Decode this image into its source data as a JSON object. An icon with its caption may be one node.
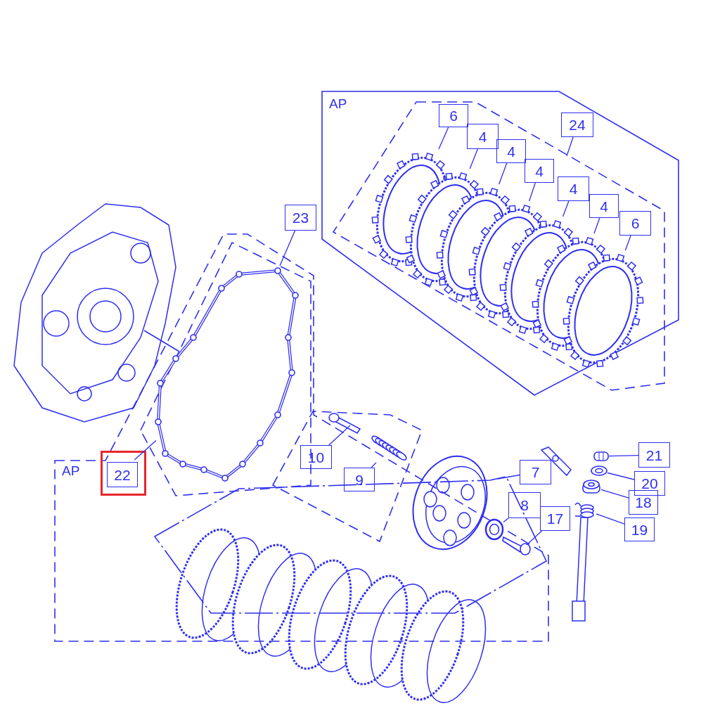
{
  "diagram": {
    "nodes": [
      {
        "text": [
          "AP"
        ]
      },
      {
        "text": [],
        "shape": "box",
        "in": 0
      },
      {
        "text": [
          "24"
        ],
        "in": 0
      },
      {
        "text": [
          "6"
        ],
        "in": 1
      },
      {
        "text": [
          "4"
        ],
        "in": 1
      },
      {
        "text": [
          "4"
        ],
        "in": 1
      },
      {
        "text": [
          "4"
        ],
        "in": 1
      },
      {
        "text": [
          "4"
        ],
        "in": 1
      },
      {
        "text": [
          "4"
        ],
        "in": 1
      },
      {
        "text": [
          "6"
        ],
        "in": 1
      },
      {
        "text": [],
        "shape": "picture",
        "in": 1
      },
      {
        "text": [],
        "shape": "picture",
        "in": 1
      },
      {
        "text": [],
        "shape": "picture",
        "in": 1
      },
      {
        "text": [],
        "shape": "picture",
        "in": 1
      },
      {
        "text": [],
        "shape": "picture",
        "in": 1
      },
      {
        "text": [],
        "shape": "picture",
        "in": 1
      },
      {
        "text": [],
        "shape": "picture",
        "in": 1
      },
      {
        "text": [
          "AP"
        ]
      },
      {
        "text": [],
        "shape": "box",
        "in": 17
      },
      {
        "text": [
          "22"
        ],
        "in": 18
      },
      {
        "text": [],
        "shape": "box",
        "in": 17
      },
      {
        "text": [
          "23"
        ]
      },
      {
        "text": [],
        "shape": "picture",
        "in": 20
      },
      {
        "text": [
          "10"
        ],
        "in": 17
      },
      {
        "text": [],
        "shape": "picture",
        "in": 17
      },
      {
        "text": [
          "9"
        ],
        "in": 17
      },
      {
        "text": [],
        "shape": "picture",
        "in": 17
      },
      {
        "text": [
          "7"
        ]
      },
      {
        "text": [],
        "shape": "box",
        "in": 17
      },
      {
        "text": [
          "8"
        ],
        "in": 28
      },
      {
        "text": [],
        "shape": "picture",
        "in": 28
      },
      {
        "text": [
          "17"
        ]
      },
      {
        "text": [],
        "shape": "picture",
        "in": 28
      },
      {
        "text": [
          "21"
        ]
      },
      {
        "text": [],
        "shape": "picture"
      },
      {
        "text": [
          "20"
        ]
      },
      {
        "text": [],
        "shape": "picture"
      },
      {
        "text": [
          "18"
        ]
      },
      {
        "text": [],
        "shape": "picture"
      },
      {
        "text": [
          "19"
        ]
      },
      {
        "text": [],
        "shape": "picture"
      }
    ],
    "edges": [
      {
        "from": 2,
        "to": 1,
        "arrow": "none"
      },
      {
        "from": 3,
        "to": 10,
        "arrow": "none"
      },
      {
        "from": 4,
        "to": 11,
        "arrow": "none"
      },
      {
        "from": 5,
        "to": 12,
        "arrow": "none"
      },
      {
        "from": 6,
        "to": 13,
        "arrow": "none"
      },
      {
        "from": 7,
        "to": 14,
        "arrow": "none"
      },
      {
        "from": 8,
        "to": 15,
        "arrow": "none"
      },
      {
        "from": 9,
        "to": 16,
        "arrow": "none"
      },
      {
        "from": 21,
        "to": 20,
        "arrow": "none"
      },
      {
        "from": 19,
        "to": 22,
        "arrow": "none"
      },
      {
        "from": 23,
        "to": 24,
        "arrow": "none"
      },
      {
        "from": 25,
        "to": 26,
        "arrow": "none"
      },
      {
        "from": 27,
        "to": 28,
        "arrow": "none"
      },
      {
        "from": 29,
        "to": 30,
        "arrow": "none"
      },
      {
        "from": 31,
        "to": 32,
        "arrow": "none"
      },
      {
        "from": 33,
        "to": 34,
        "arrow": "none"
      },
      {
        "from": 35,
        "to": 36,
        "arrow": "none"
      },
      {
        "from": 37,
        "to": 38,
        "arrow": "none"
      },
      {
        "from": 39,
        "to": 40,
        "arrow": "none"
      }
    ]
  }
}
